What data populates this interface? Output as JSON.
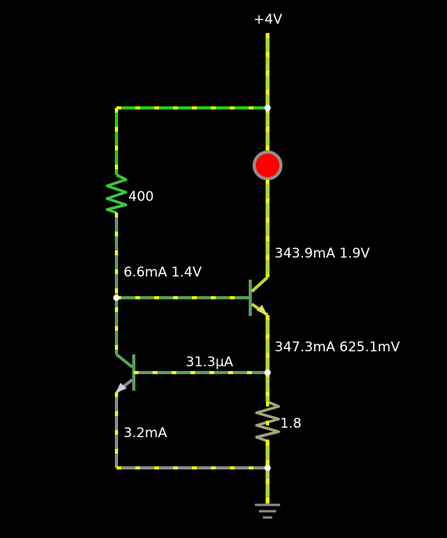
{
  "circuit": {
    "supply": {
      "label": "+4V"
    },
    "resistor_top": {
      "value": "400"
    },
    "resistor_bottom": {
      "value": "1.8"
    },
    "q1": {
      "collector_reading": "343.9mA 1.9V",
      "emitter_reading": "347.3mA 625.1mV"
    },
    "q2": {
      "base_current": "31.3µA",
      "emitter_current": "3.2mA"
    },
    "left_branch": {
      "reading": "6.6mA 1.4V"
    }
  },
  "colors": {
    "background": "#000000",
    "wire_bright_green": "#22cc22",
    "wire_yellow_green": "#b5d63a",
    "wire_mid_green": "#5e9a5e",
    "wire_gray": "#8a8a8a",
    "current_dots": "#f5f500",
    "lamp_fill": "#ff0000",
    "lamp_ring": "#909090",
    "node": "#ffffff"
  }
}
